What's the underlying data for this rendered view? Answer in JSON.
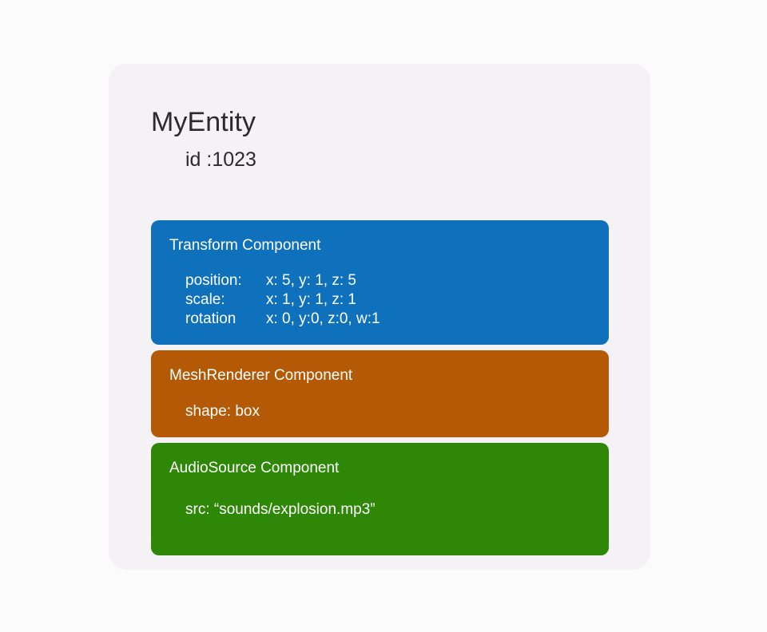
{
  "colors": {
    "page_background": "#fcfbfc",
    "card_background": "#f4f2f4",
    "transform_block": "#0f71bc",
    "meshrenderer_block": "#b45a06",
    "audiosource_block": "#2e8707",
    "title_text": "#2b2b2b",
    "block_text": "#ffffff"
  },
  "entity": {
    "title": "MyEntity",
    "id_label": "id :1023",
    "components": [
      {
        "name": "Transform Component",
        "fields": [
          {
            "label": "position:",
            "value": "x: 5, y: 1, z: 5"
          },
          {
            "label": "scale:",
            "value": "x: 1, y: 1, z: 1"
          },
          {
            "label": "rotation",
            "value": "x: 0, y:0, z:0, w:1"
          }
        ]
      },
      {
        "name": "MeshRenderer Component",
        "fields": [
          {
            "label": "shape: box",
            "value": ""
          }
        ]
      },
      {
        "name": "AudioSource Component",
        "fields": [
          {
            "label": "src:  “sounds/explosion.mp3”",
            "value": ""
          }
        ]
      }
    ]
  }
}
